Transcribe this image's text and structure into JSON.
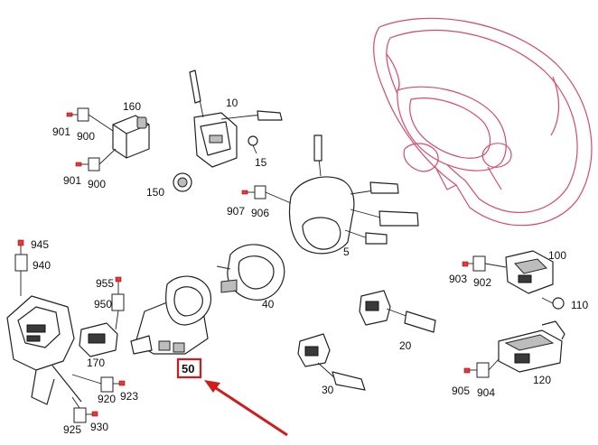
{
  "labels": {
    "p160": "160",
    "p10": "10",
    "p901a": "901",
    "p900a": "900",
    "p901b": "901",
    "p900b": "900",
    "p15": "15",
    "p150": "150",
    "p907": "907",
    "p906": "906",
    "p5": "5",
    "p945": "945",
    "p940": "940",
    "p955": "955",
    "p950": "950",
    "p40": "40",
    "p170": "170",
    "p50": "50",
    "p100": "100",
    "p903": "903",
    "p902": "902",
    "p110": "110",
    "p20": "20",
    "p30": "30",
    "p920": "920",
    "p923": "923",
    "p925": "925",
    "p930": "930",
    "p905": "905",
    "p904": "904",
    "p120": "120"
  },
  "highlight": {
    "part": "50",
    "color": "#d21c1c"
  },
  "colors": {
    "wheel": "#d84a6a",
    "lines": "#222222"
  }
}
